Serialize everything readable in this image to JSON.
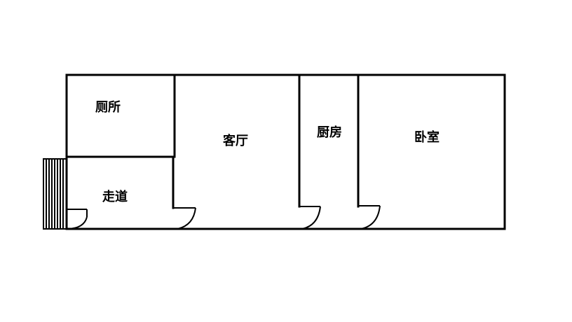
{
  "floorplan": {
    "rooms": [
      {
        "id": "toilet",
        "label": "厕所"
      },
      {
        "id": "hallway",
        "label": "走道"
      },
      {
        "id": "living",
        "label": "客厅"
      },
      {
        "id": "kitchen",
        "label": "厨房"
      },
      {
        "id": "bedroom",
        "label": "卧室"
      }
    ]
  }
}
